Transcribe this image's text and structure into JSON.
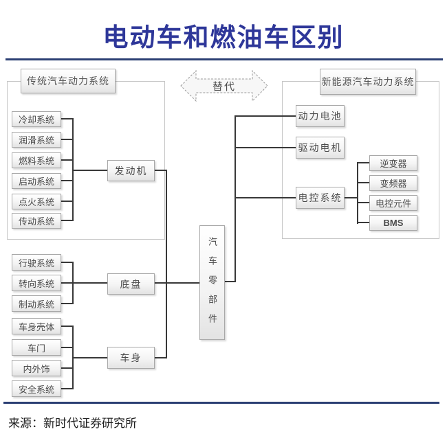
{
  "title": "电动车和燃油车区别",
  "source": "来源：新时代证券研究所",
  "arrow_label": "替代",
  "colors": {
    "title_blue": "#2E3799",
    "rule_navy": "#2B3F73",
    "connector_gray": "#383838",
    "node_border": "#A8A8A8",
    "node_text": "#4A4A4A"
  },
  "traditional": {
    "header": "传统汽车动力系统",
    "engine": "发动机",
    "engine_parts": [
      "冷却系统",
      "润滑系统",
      "燃料系统",
      "启动系统",
      "点火系统",
      "传动系统"
    ],
    "chassis": "底盘",
    "chassis_parts": [
      "行驶系统",
      "转向系统",
      "制动系统"
    ],
    "body": "车身",
    "body_parts": [
      "车身壳体",
      "车门",
      "内外饰",
      "安全系统"
    ]
  },
  "center_node": "汽车零部件",
  "new_energy": {
    "header": "新能源汽车动力系统",
    "battery": "动力电池",
    "motor": "驱动电机",
    "ecs": "电控系统",
    "ecs_parts": [
      "逆变器",
      "变频器",
      "电控元件",
      "BMS"
    ]
  }
}
